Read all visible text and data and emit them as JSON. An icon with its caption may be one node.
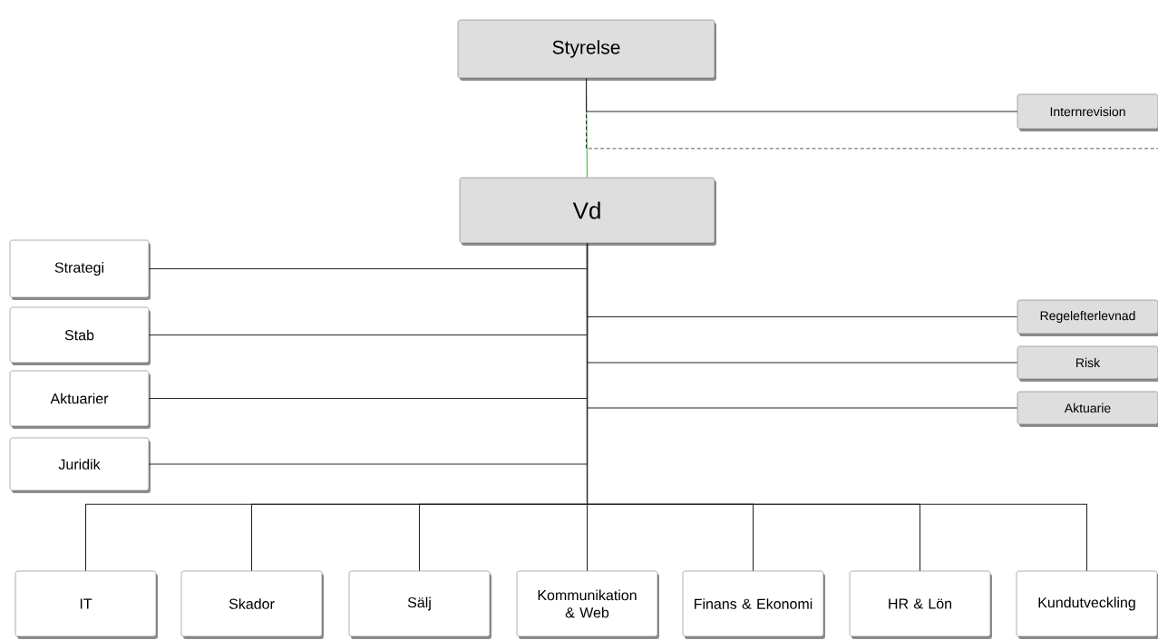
{
  "diagram": {
    "nodes": [
      {
        "text": [
          "Styrelse"
        ]
      },
      {
        "text": [
          "Internrevision"
        ]
      },
      {
        "text": [
          "Vd"
        ]
      },
      {
        "text": [
          "Strategi"
        ]
      },
      {
        "text": [
          "Stab"
        ]
      },
      {
        "text": [
          "Aktuarier"
        ]
      },
      {
        "text": [
          "Juridik"
        ]
      },
      {
        "text": [
          "Regelefterlevnad"
        ]
      },
      {
        "text": [
          "Risk"
        ]
      },
      {
        "text": [
          "Aktuarie"
        ]
      },
      {
        "text": [
          "IT"
        ]
      },
      {
        "text": [
          "Skador"
        ]
      },
      {
        "text": [
          "Sälj"
        ]
      },
      {
        "text": [
          "Kommunikation & Web"
        ]
      },
      {
        "text": [
          "Finans & Ekonomi"
        ]
      },
      {
        "text": [
          "HR & Lön"
        ]
      },
      {
        "text": [
          "Kundutveckling"
        ]
      }
    ],
    "edges": [
      {
        "from": 0,
        "to": 2,
        "arrow": "none",
        "color": "#4caf50"
      },
      {
        "from": 0,
        "to": 1,
        "arrow": "none"
      },
      {
        "from": 0,
        "to": null,
        "arrow": "none",
        "style": "dashed"
      },
      {
        "from": 2,
        "to": 3,
        "arrow": "none"
      },
      {
        "from": 2,
        "to": 4,
        "arrow": "none"
      },
      {
        "from": 2,
        "to": 5,
        "arrow": "none"
      },
      {
        "from": 2,
        "to": 6,
        "arrow": "none"
      },
      {
        "from": 2,
        "to": 7,
        "arrow": "none"
      },
      {
        "from": 2,
        "to": 8,
        "arrow": "none"
      },
      {
        "from": 2,
        "to": 9,
        "arrow": "none"
      },
      {
        "from": 2,
        "to": 10,
        "arrow": "none"
      },
      {
        "from": 2,
        "to": 11,
        "arrow": "none"
      },
      {
        "from": 2,
        "to": 12,
        "arrow": "none"
      },
      {
        "from": 2,
        "to": 13,
        "arrow": "none"
      },
      {
        "from": 2,
        "to": 14,
        "arrow": "none"
      },
      {
        "from": 2,
        "to": 15,
        "arrow": "none"
      },
      {
        "from": 2,
        "to": 16,
        "arrow": "none"
      }
    ]
  }
}
